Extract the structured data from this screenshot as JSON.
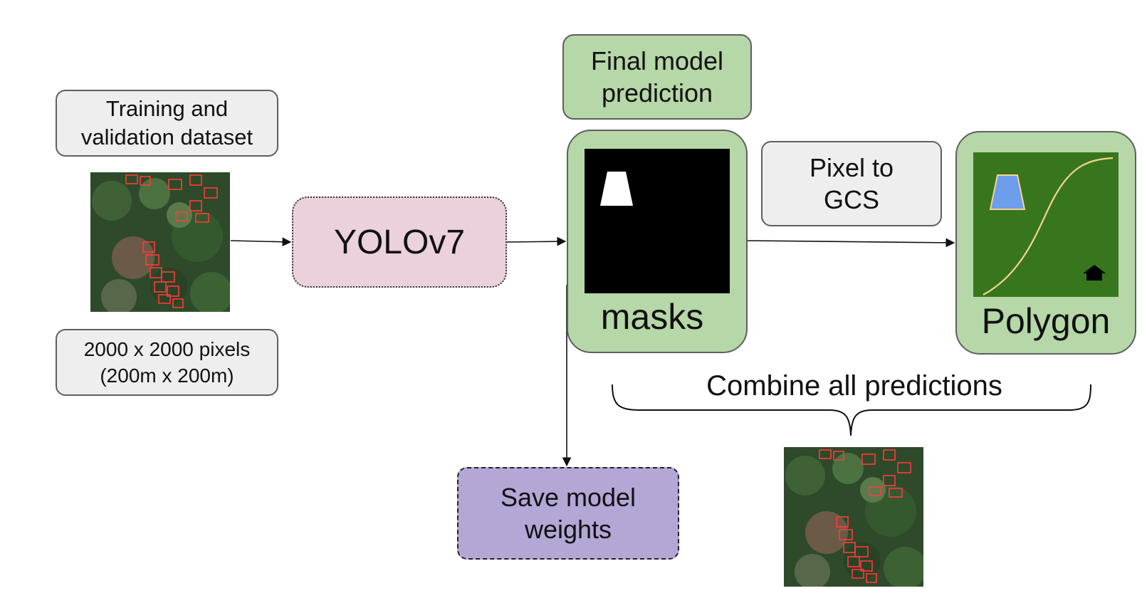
{
  "dataset_label": {
    "line1": "Training and",
    "line2": "validation dataset"
  },
  "size_label": {
    "line1": "2000 x 2000 pixels",
    "line2": "(200m x 200m)"
  },
  "model_box": {
    "label": "YOLOv7",
    "fill": "#ead1dc"
  },
  "final_pred_label": {
    "line1": "Final model",
    "line2": "prediction"
  },
  "masks_panel": {
    "label": "masks"
  },
  "pixel_to_gcs_label": {
    "line1": "Pixel to",
    "line2": "GCS"
  },
  "polygon_panel": {
    "label": "Polygon"
  },
  "combine_label": "Combine all predictions",
  "save_box": {
    "line1": "Save model",
    "line2": "weights",
    "fill": "#b4a7d6"
  },
  "colors": {
    "green_fill": "#b6d7a8",
    "gray_fill": "#eeeeee",
    "outline": "#5f5f5f",
    "polygon_bg": "#38761d",
    "polygon_shape": "#6d9eeb",
    "detection_outline": "#ff3b3b"
  }
}
